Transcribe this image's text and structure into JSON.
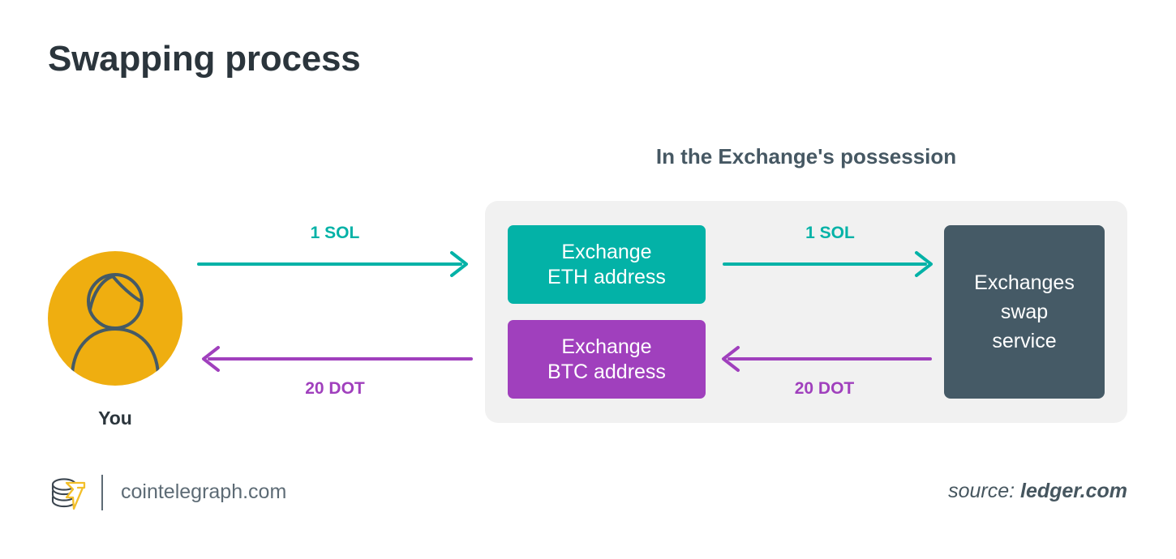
{
  "title": "Swapping process",
  "possession": {
    "heading": "In the Exchange's possession"
  },
  "actor": {
    "label": "You",
    "icon": "user-icon",
    "circle_color": "#efae10",
    "icon_color": "#455a66"
  },
  "boxes": {
    "eth": {
      "line1": "Exchange",
      "line2": "ETH address",
      "color": "#03b2a7"
    },
    "btc": {
      "line1": "Exchange",
      "line2": "BTC address",
      "color": "#a040bd"
    },
    "swap": {
      "line1": "Exchanges",
      "line2": "swap",
      "line3": "service",
      "color": "#455a66"
    }
  },
  "arrows": [
    {
      "id": "user-to-eth",
      "label": "1 SOL",
      "color": "#03b2a7",
      "direction": "right"
    },
    {
      "id": "eth-to-swap",
      "label": "1 SOL",
      "color": "#03b2a7",
      "direction": "right"
    },
    {
      "id": "btc-to-user",
      "label": "20 DOT",
      "color": "#a040bd",
      "direction": "left"
    },
    {
      "id": "swap-to-btc",
      "label": "20 DOT",
      "color": "#a040bd",
      "direction": "left"
    }
  ],
  "footer": {
    "logo": "cointelegraph-logo",
    "site": "cointelegraph.com",
    "source_prefix": "source: ",
    "source_name": "ledger.com"
  },
  "theme": {
    "panel_bg": "#f1f1f1",
    "title_color": "#2b353c",
    "heading_color": "#465863",
    "footer_text_color": "#5d6b75",
    "page_bg": "#ffffff"
  }
}
